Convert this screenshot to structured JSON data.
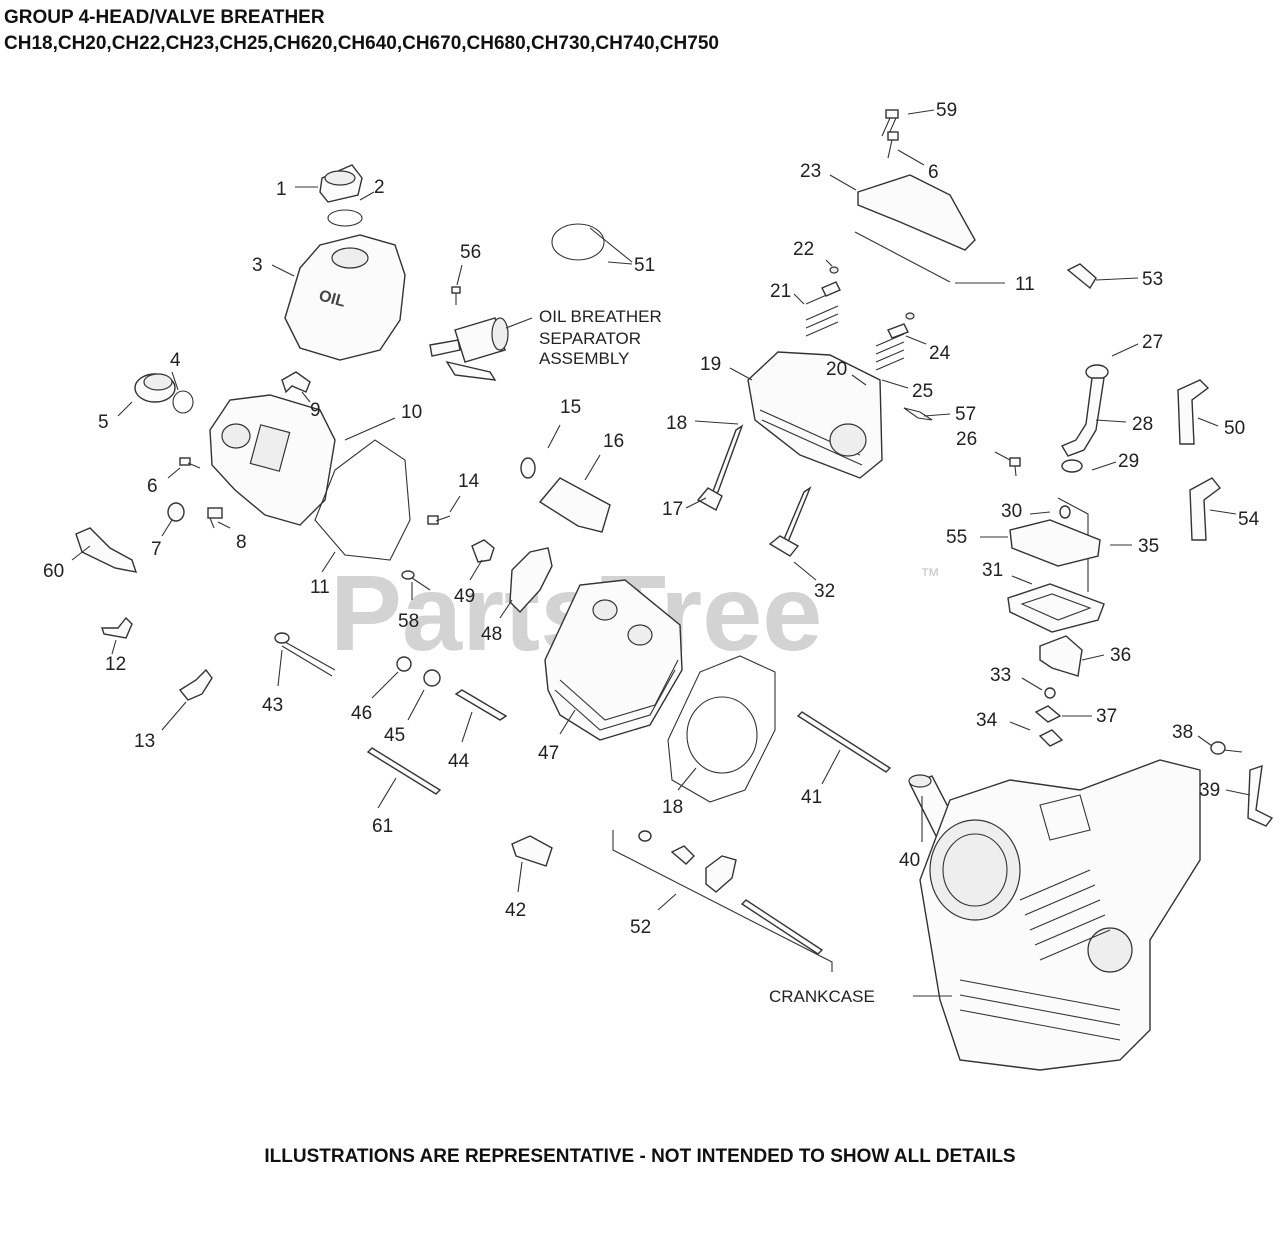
{
  "header": {
    "title": "GROUP 4-HEAD/VALVE BREATHER",
    "models": "CH18,CH20,CH22,CH23,CH25,CH620,CH640,CH670,CH680,CH730,CH740,CH750"
  },
  "watermark": {
    "text": "PartsTree",
    "tm": "™"
  },
  "labels": {
    "oil_breather_1": "OIL BREATHER",
    "oil_breather_2": "SEPARATOR",
    "oil_breather_3": "ASSEMBLY",
    "crankcase": "CRANKCASE"
  },
  "callouts": [
    "59",
    "6",
    "23",
    "11",
    "53",
    "1",
    "2",
    "3",
    "56",
    "51",
    "22",
    "21",
    "24",
    "4",
    "5",
    "9",
    "10",
    "19",
    "20",
    "25",
    "57",
    "27",
    "28",
    "50",
    "26",
    "18",
    "15",
    "16",
    "6",
    "7",
    "8",
    "14",
    "17",
    "29",
    "30",
    "55",
    "35",
    "54",
    "60",
    "11",
    "49",
    "48",
    "58",
    "32",
    "31",
    "36",
    "12",
    "33",
    "37",
    "34",
    "43",
    "46",
    "45",
    "44",
    "47",
    "18",
    "41",
    "38",
    "39",
    "13",
    "61",
    "40",
    "42",
    "52"
  ],
  "footer": "ILLUSTRATIONS ARE REPRESENTATIVE - NOT INTENDED TO SHOW ALL DETAILS"
}
